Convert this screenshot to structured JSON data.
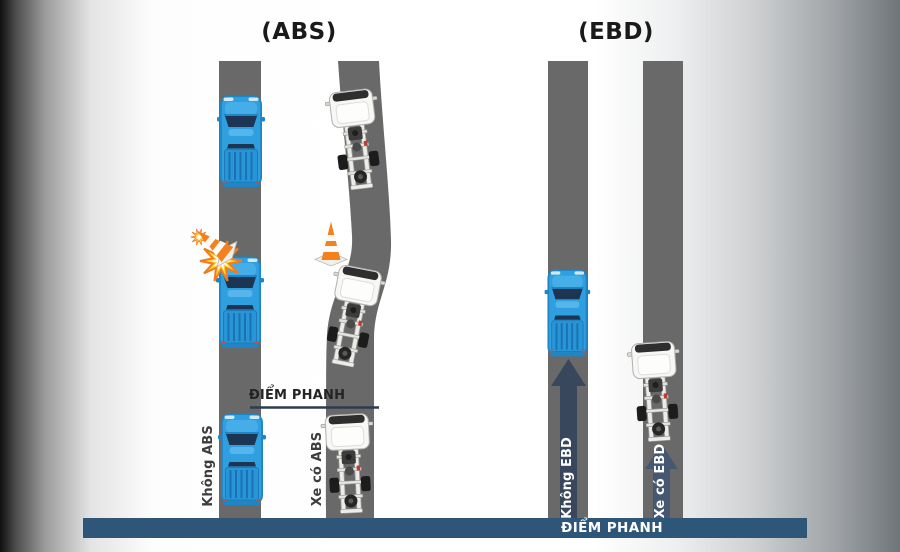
{
  "diagram": {
    "abs": {
      "title": "(ABS)",
      "brake_point_label": "ĐIỂM PHANH",
      "lanes": [
        {
          "label": "Không ABS"
        },
        {
          "label": "Xe có ABS"
        }
      ]
    },
    "ebd": {
      "title": "(EBD)",
      "brake_point_label": "ĐIỂM PHANH",
      "lanes": [
        {
          "label": "Không EBD"
        },
        {
          "label": "Xe có EBD"
        }
      ]
    },
    "colors": {
      "road_gray": "#696969",
      "arrow_slate": "#3a4a61",
      "brake_bar_blue": "#2d5679",
      "truck_blue": "#2f9fdf",
      "cone_orange": "#f5801e",
      "burst_yellow": "#ffd23a",
      "label_dark": "#3d3d3d",
      "label_light": "#ffffff",
      "title_black": "#1a1a1a"
    }
  }
}
